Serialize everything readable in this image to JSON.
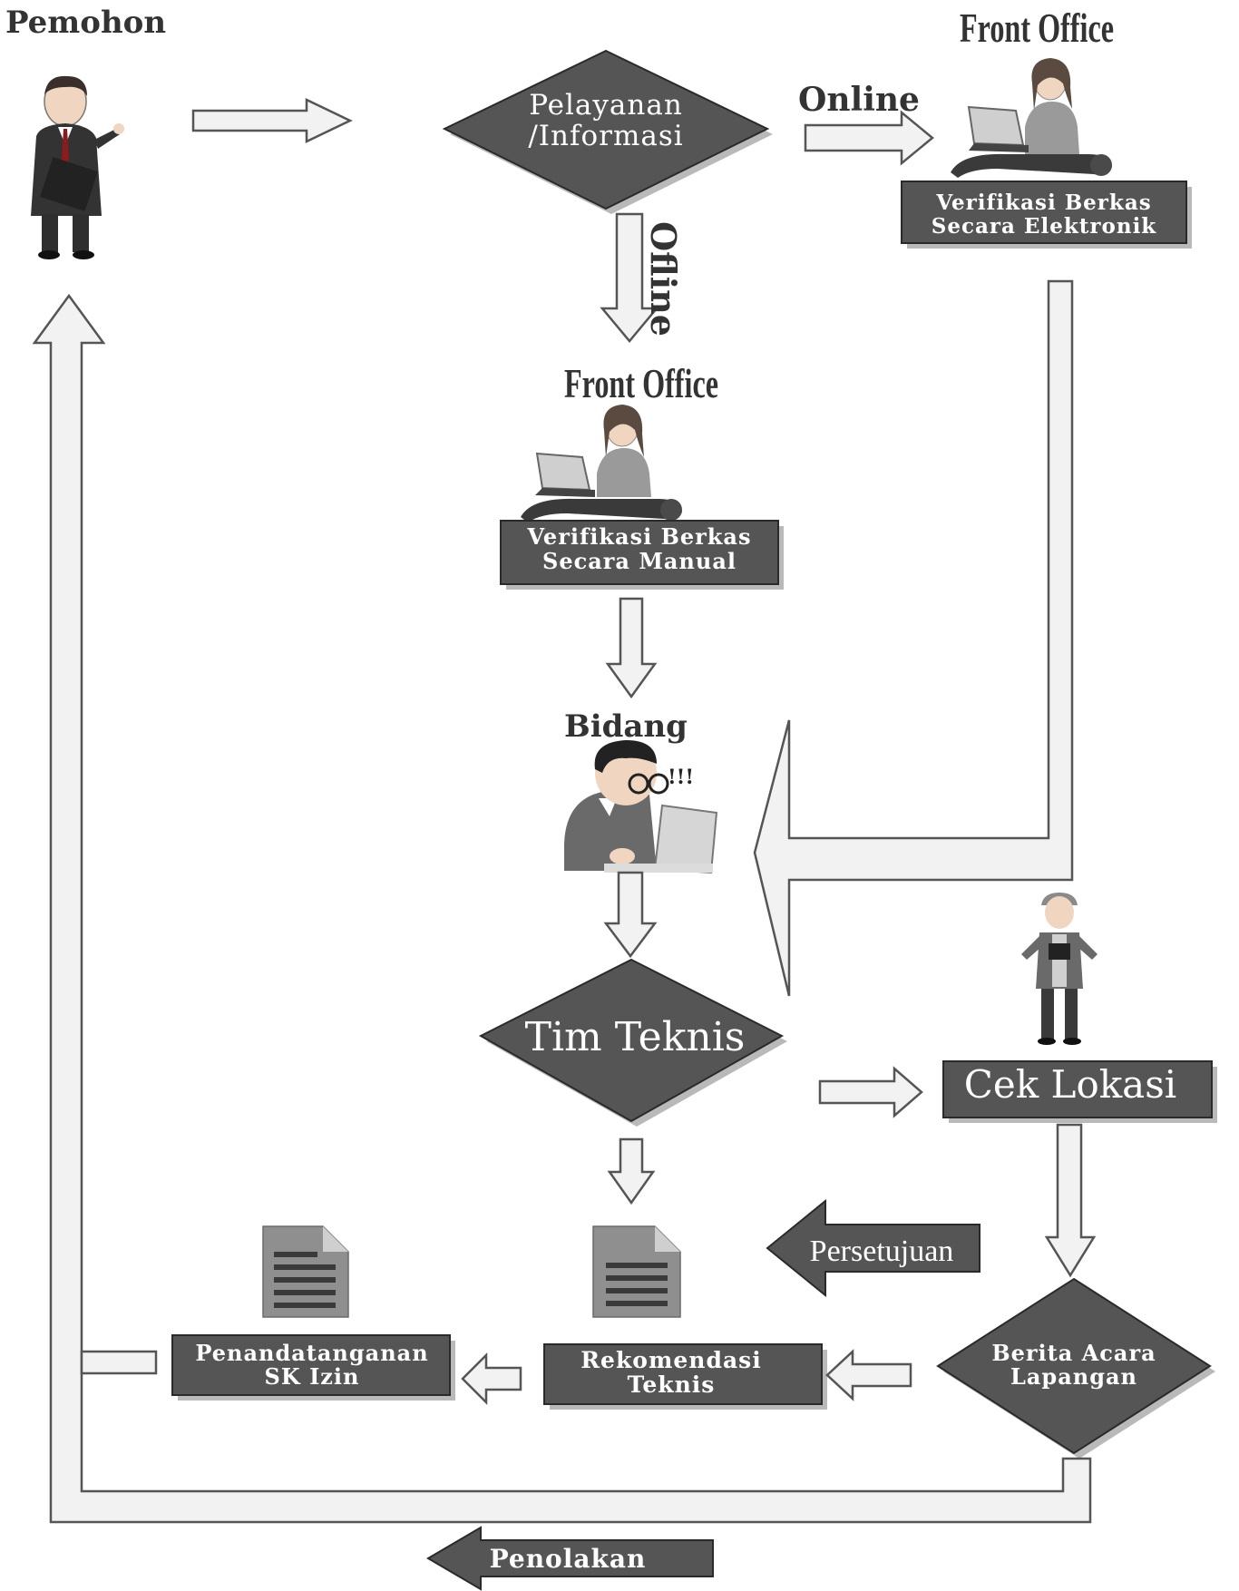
{
  "actors": {
    "applicant": "Pemohon",
    "front_office_online": "Front Office",
    "front_office_offline": "Front Office",
    "department": "Bidang"
  },
  "nodes": {
    "service_info": {
      "line1": "Pelayanan",
      "line2": "/Informasi"
    },
    "electronic_verification": {
      "line1": "Verifikasi Berkas",
      "line2": "Secara Elektronik"
    },
    "manual_verification": {
      "line1": "Verifikasi Berkas",
      "line2": "Secara Manual"
    },
    "technical_team": "Tim Teknis",
    "location_check": "Cek Lokasi",
    "field_report": {
      "line1": "Berita Acara",
      "line2": "Lapangan"
    },
    "technical_recommendation": {
      "line1": "Rekomendasi",
      "line2": "Teknis"
    },
    "license_signing": {
      "line1": "Penandatanganan",
      "line2": "SK Izin"
    }
  },
  "edge_labels": {
    "online": "Online",
    "offline": "Ofline",
    "approval": "Persetujuan",
    "rejection": "Penolakan"
  },
  "colors": {
    "dark_fill": "#555555",
    "arrow_fill": "#f2f2f2",
    "arrow_stroke": "#555555",
    "doc_icon": "#8f8f8f"
  }
}
